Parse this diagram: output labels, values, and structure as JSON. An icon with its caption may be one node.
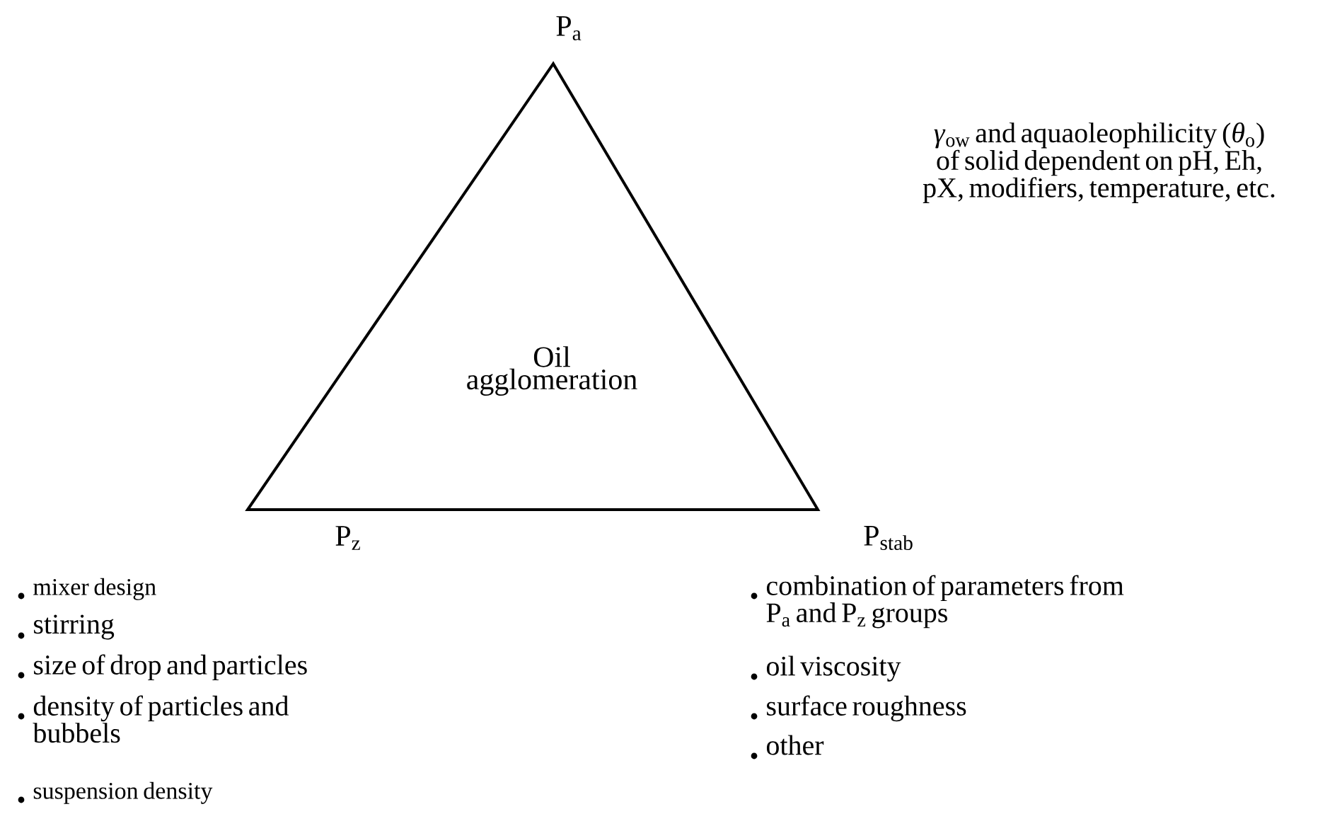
{
  "diagram": {
    "nodes": [
      {
        "text": [
          "Oil agglomeration"
        ]
      }
    ],
    "labels": [
      "P$_{a}$",
      "*γ*$_{ow}$ and aquaoleophilicity (*θ*$_{o}$) of solid dependent on pH, Eh, pX, modifiers, temperature, etc.",
      "P$_{z}$",
      "P$_{stab}$",
      "mixer design",
      "stirring",
      "size of drop and particles",
      "density of particles and bubbels",
      "suspension density",
      "combination of parameters from P$_{a}$ and P$_{z}$ groups",
      "oil viscosity",
      "surface roughness",
      "other"
    ]
  }
}
